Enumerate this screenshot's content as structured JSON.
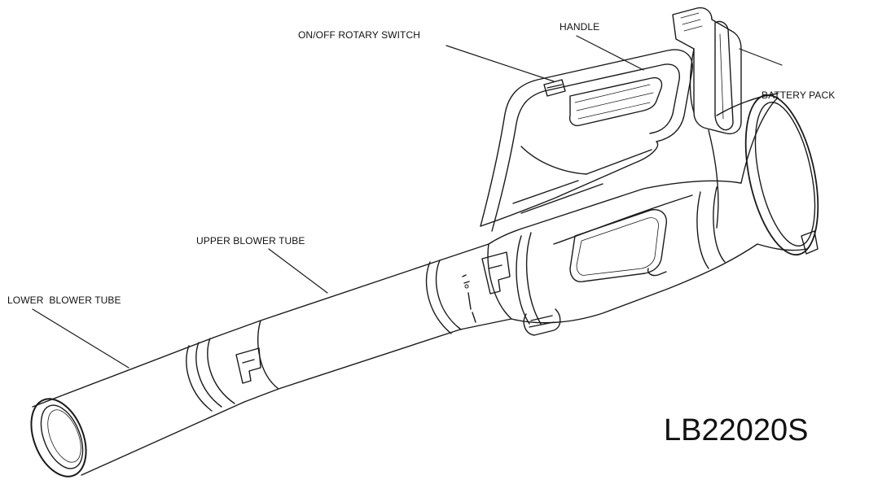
{
  "labels": {
    "onoff_switch": "ON/OFF ROTARY SWITCH",
    "handle": "HANDLE",
    "battery_pack": "BATTERY PACK",
    "upper_tube": "UPPER BLOWER TUBE",
    "lower_tube": "LOWER  BLOWER TUBE"
  },
  "model": "LB22020S",
  "colors": {
    "line": "#1a1a1a",
    "background": "#ffffff"
  }
}
